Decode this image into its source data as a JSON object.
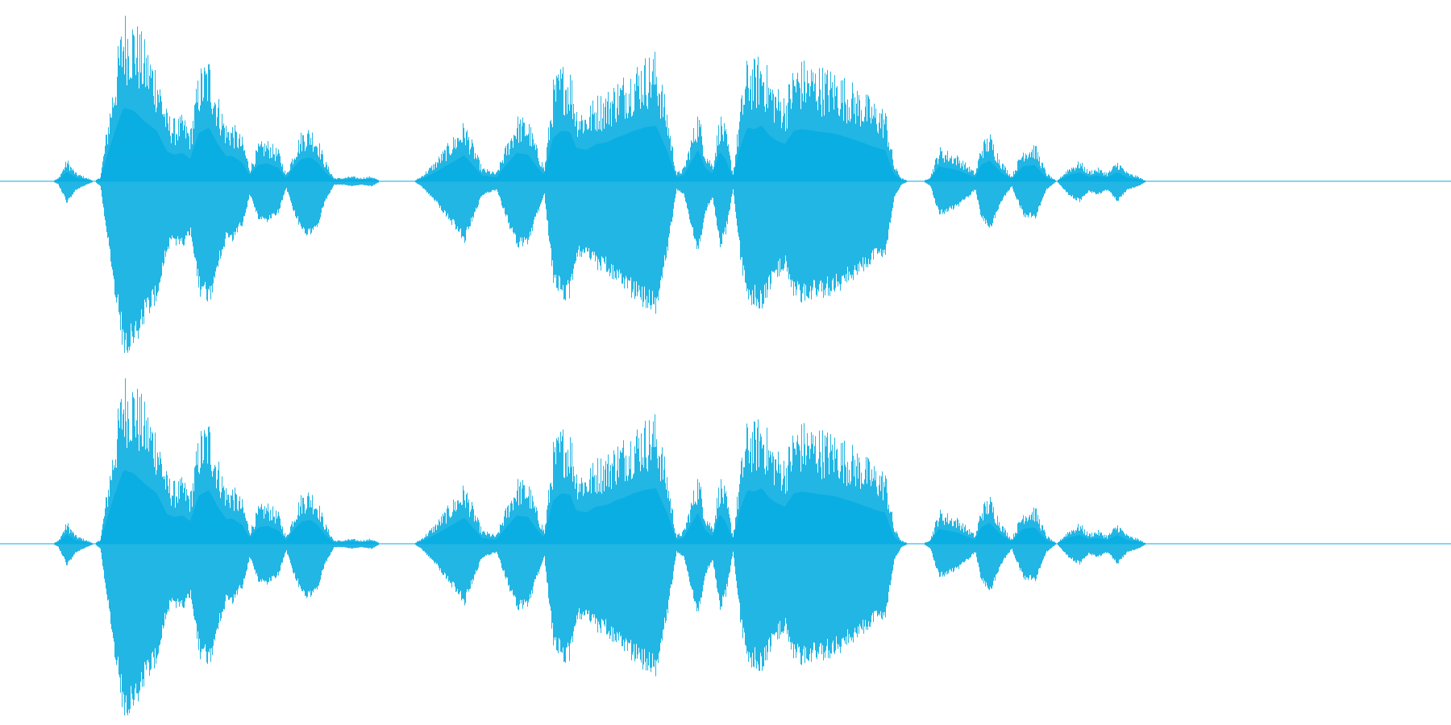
{
  "waveform": {
    "color": "#0aaee2",
    "background": "#ffffff",
    "channel_count": 2,
    "channels": [
      {
        "name": "channel-left"
      },
      {
        "name": "channel-right"
      }
    ],
    "amplitude_envelope": {
      "time_fraction": [
        0.0,
        0.036,
        0.04,
        0.046,
        0.052,
        0.065,
        0.069,
        0.074,
        0.078,
        0.085,
        0.092,
        0.1,
        0.108,
        0.115,
        0.12,
        0.126,
        0.131,
        0.137,
        0.144,
        0.15,
        0.156,
        0.16,
        0.167,
        0.172,
        0.178,
        0.184,
        0.192,
        0.197,
        0.203,
        0.208,
        0.214,
        0.219,
        0.224,
        0.23,
        0.236,
        0.242,
        0.248,
        0.256,
        0.262,
        0.268,
        0.276,
        0.285,
        0.29,
        0.3,
        0.32,
        0.332,
        0.342,
        0.348,
        0.356,
        0.364,
        0.369,
        0.375,
        0.381,
        0.387,
        0.393,
        0.397,
        0.404,
        0.411,
        0.418,
        0.424,
        0.43,
        0.437,
        0.444,
        0.452,
        0.46,
        0.466,
        0.471,
        0.476,
        0.481,
        0.486,
        0.491,
        0.496,
        0.5,
        0.505,
        0.51,
        0.515,
        0.52,
        0.525,
        0.53,
        0.535,
        0.541,
        0.547,
        0.553,
        0.56,
        0.567,
        0.575,
        0.582,
        0.59,
        0.597,
        0.604,
        0.61,
        0.616,
        0.621,
        0.626,
        0.631,
        0.636,
        0.641,
        0.647,
        0.66,
        0.672,
        0.676,
        0.682,
        0.69,
        0.697,
        0.705,
        0.713,
        0.721,
        0.728,
        0.736,
        0.744,
        0.75,
        0.756,
        0.763,
        0.77,
        0.777,
        0.784,
        0.79,
        0.796,
        0.803,
        0.81,
        0.818,
        0.826,
        0.834,
        0.843,
        0.85,
        0.86,
        0.88,
        0.9,
        1.0
      ],
      "amplitude": [
        0.0,
        0.0,
        0.02,
        0.13,
        0.05,
        0.0,
        0.03,
        0.35,
        0.6,
        0.99,
        0.95,
        0.8,
        0.68,
        0.4,
        0.36,
        0.38,
        0.3,
        0.65,
        0.72,
        0.5,
        0.33,
        0.34,
        0.25,
        0.08,
        0.22,
        0.24,
        0.18,
        0.04,
        0.2,
        0.3,
        0.32,
        0.25,
        0.12,
        0.02,
        0.02,
        0.03,
        0.02,
        0.03,
        0.0,
        0.0,
        0.0,
        0.0,
        0.03,
        0.12,
        0.35,
        0.08,
        0.05,
        0.2,
        0.38,
        0.36,
        0.22,
        0.08,
        0.58,
        0.68,
        0.66,
        0.45,
        0.42,
        0.5,
        0.52,
        0.58,
        0.62,
        0.68,
        0.72,
        0.75,
        0.4,
        0.05,
        0.08,
        0.25,
        0.42,
        0.18,
        0.1,
        0.4,
        0.3,
        0.05,
        0.45,
        0.72,
        0.7,
        0.75,
        0.62,
        0.55,
        0.5,
        0.68,
        0.7,
        0.68,
        0.66,
        0.64,
        0.6,
        0.55,
        0.5,
        0.45,
        0.42,
        0.1,
        0.02,
        0.0,
        0.0,
        0.0,
        0.03,
        0.2,
        0.15,
        0.05,
        0.22,
        0.28,
        0.12,
        0.03,
        0.2,
        0.22,
        0.05,
        0.0,
        0.08,
        0.12,
        0.06,
        0.08,
        0.05,
        0.12,
        0.05,
        0.03,
        0.0,
        0.0,
        0.0,
        0.0,
        0.0,
        0.0,
        0.0,
        0.0
      ]
    }
  }
}
